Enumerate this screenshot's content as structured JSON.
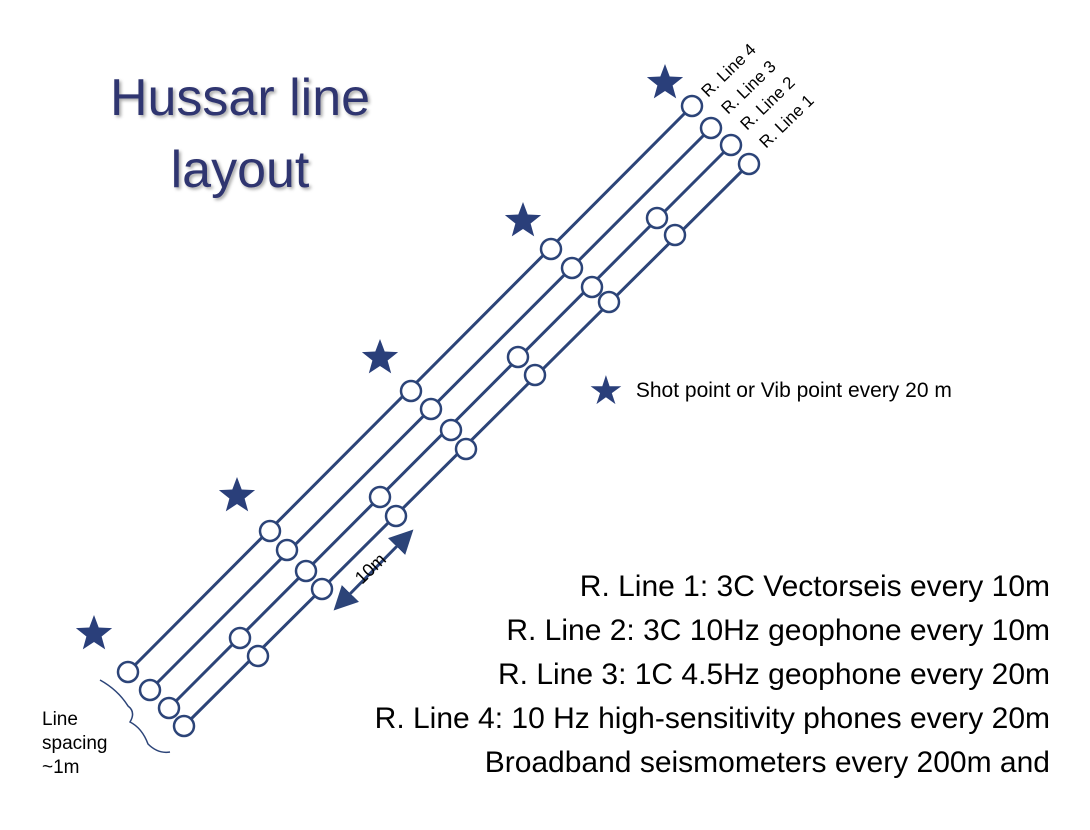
{
  "title": {
    "line1": "Hussar line",
    "line2": "layout"
  },
  "receiver_lines": [
    {
      "label": "R. Line 4"
    },
    {
      "label": "R. Line 3"
    },
    {
      "label": "R. Line 2"
    },
    {
      "label": "R. Line 1"
    }
  ],
  "legend": {
    "icon": "star-icon",
    "text": "Shot point or Vib point every 20 m"
  },
  "distance_label": "10m",
  "spacing_label": {
    "line1": "Line",
    "line2": "spacing",
    "line3": "~1m"
  },
  "descriptions": [
    "R. Line 1: 3C Vectorseis every 10m",
    "R. Line 2: 3C 10Hz geophone every 10m",
    "R. Line 3: 1C 4.5Hz geophone every 20m",
    "R. Line 4: 10 Hz high-sensitivity phones every 20m",
    "Broadband seismometers every 200m and"
  ],
  "colors": {
    "line": "#2c4478",
    "star": "#2a3f7a",
    "title": "#2f3570"
  }
}
